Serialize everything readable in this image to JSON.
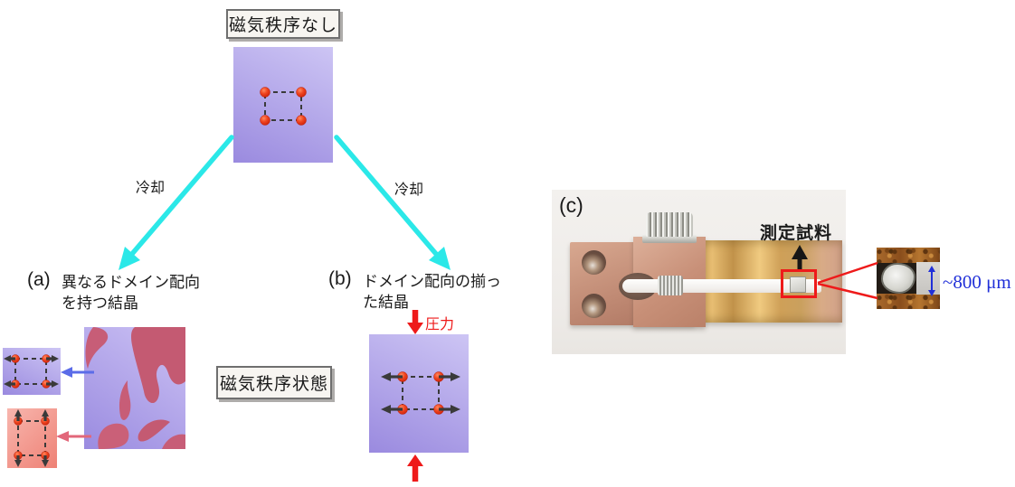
{
  "flow": {
    "top_box": "磁気秩序なし",
    "middle_box": "磁気秩序状態",
    "cooling_left": "冷却",
    "cooling_right": "冷却",
    "pressure": "圧力",
    "branch_a": {
      "tag": "(a)",
      "line1": "異なるドメイン配向",
      "line2": "を持つ結晶"
    },
    "branch_b": {
      "tag": "(b)",
      "line1": "ドメイン配向の揃っ",
      "line2": "た結晶"
    }
  },
  "photo": {
    "tag": "(c)",
    "sample_label": "測定試料",
    "inset_measurement": "~800 μm"
  },
  "colors": {
    "cyan": "#2be8e8",
    "red": "#ee1a1a",
    "blue_arrow": "#5b6ce8",
    "pink_arrow": "#e2677a",
    "measure_blue": "#2130d8",
    "crystal_light": "#cdc5f4",
    "crystal_dark": "#9a8adf",
    "domain_red": "#c45a72",
    "pink_cell_light": "#f8b6ae",
    "pink_cell_dark": "#ee8175",
    "dot_red": "#e83414",
    "spin_arrow": "#3a3a3a"
  }
}
